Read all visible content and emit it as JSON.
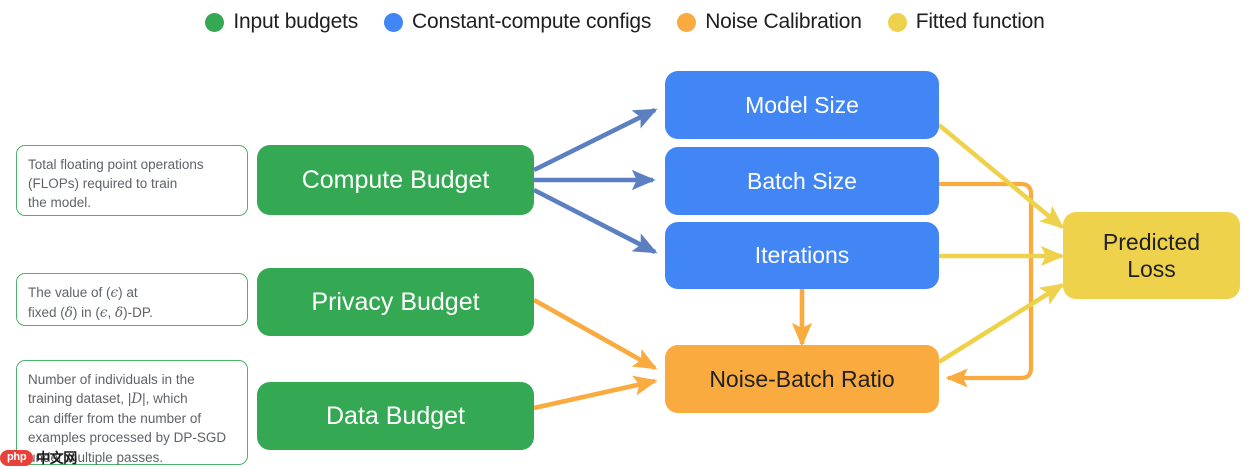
{
  "legend": {
    "items": [
      {
        "label": "Input budgets",
        "color": "#34a853",
        "icon": "circle-icon"
      },
      {
        "label": "Constant-compute configs",
        "color": "#4285f4",
        "icon": "circle-icon"
      },
      {
        "label": "Noise Calibration",
        "color": "#f9ab40",
        "icon": "circle-icon"
      },
      {
        "label": "Fitted function",
        "color": "#efd24c",
        "icon": "circle-icon"
      }
    ]
  },
  "nodes": {
    "compute_budget": "Compute Budget",
    "privacy_budget": "Privacy Budget",
    "data_budget": "Data Budget",
    "model_size": "Model Size",
    "batch_size": "Batch Size",
    "iterations": "Iterations",
    "noise_batch_ratio": "Noise-Batch Ratio",
    "predicted_loss_line1": "Predicted",
    "predicted_loss_line2": "Loss"
  },
  "notes": {
    "compute": {
      "line1": "Total floating point operations",
      "line2": "(FLOPs) required to train",
      "line3": "the model."
    },
    "privacy": {
      "p1": "The value of (",
      "eps1": "ϵ",
      "p2": ") at",
      "p3": "fixed (",
      "delta1": "δ",
      "p4": ") in (",
      "eps2": "ϵ",
      "p5": ", ",
      "delta2": "δ",
      "p6": ")-DP."
    },
    "data": {
      "line1": "Number of individuals in the",
      "line2a": "training dataset, |",
      "line2var": "D",
      "line2b": "|, which",
      "line3": "can differ from the number of",
      "line4": "examples processed by DP-SGD",
      "line5": "under multiple passes."
    }
  },
  "edges": [
    {
      "from": "compute_budget",
      "to": "model_size",
      "color": "#5b7fc0",
      "kind": "straight"
    },
    {
      "from": "compute_budget",
      "to": "batch_size",
      "color": "#5b7fc0",
      "kind": "straight"
    },
    {
      "from": "compute_budget",
      "to": "iterations",
      "color": "#5b7fc0",
      "kind": "straight"
    },
    {
      "from": "privacy_budget",
      "to": "noise_batch_ratio",
      "color": "#f9ab40",
      "kind": "straight"
    },
    {
      "from": "data_budget",
      "to": "noise_batch_ratio",
      "color": "#f9ab40",
      "kind": "straight"
    },
    {
      "from": "iterations",
      "to": "noise_batch_ratio",
      "color": "#f9ab40",
      "kind": "vertical"
    },
    {
      "from": "batch_size",
      "to": "noise_batch_ratio",
      "color": "#f9ab40",
      "kind": "elbow"
    },
    {
      "from": "model_size",
      "to": "predicted_loss",
      "color": "#efd24c",
      "kind": "straight"
    },
    {
      "from": "iterations",
      "to": "predicted_loss",
      "color": "#efd24c",
      "kind": "straight"
    },
    {
      "from": "noise_batch_ratio",
      "to": "predicted_loss",
      "color": "#efd24c",
      "kind": "straight"
    }
  ],
  "watermark": {
    "badge": "php",
    "text": "中文网"
  }
}
